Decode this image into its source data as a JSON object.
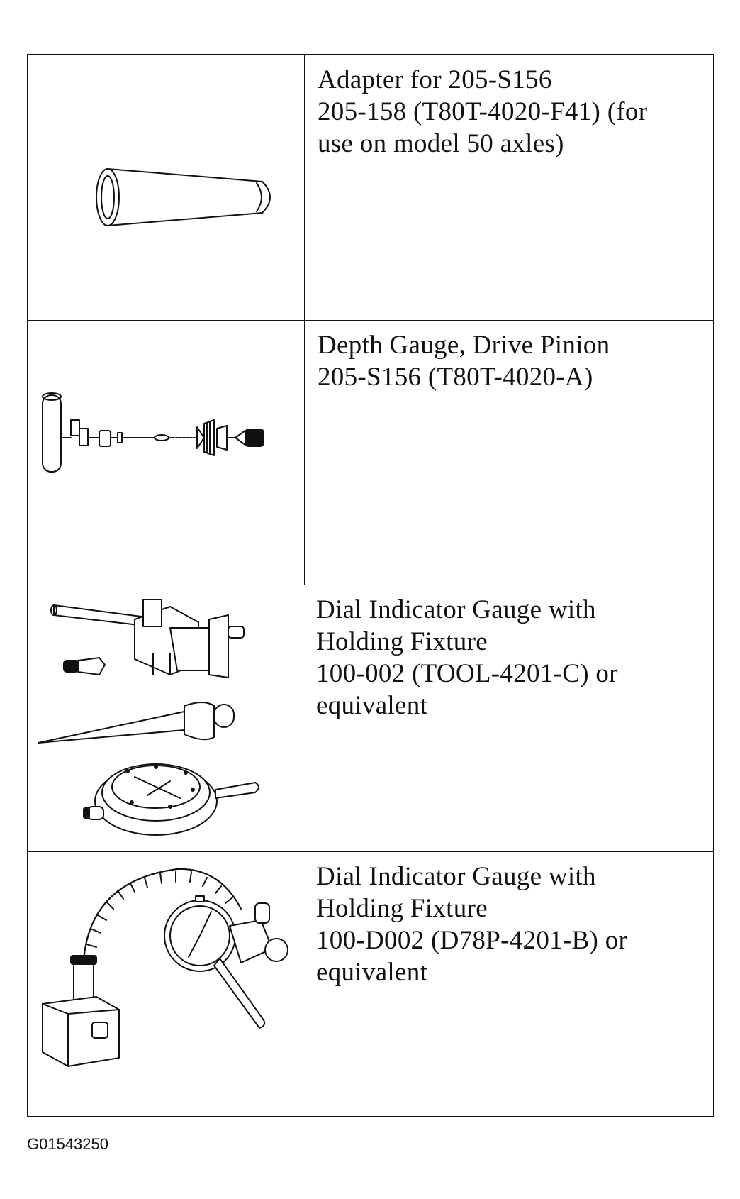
{
  "tools": [
    {
      "lines": [
        "Adapter for 205-S156",
        "205-158 (T80T-4020-F41) (for",
        "use on model 50 axles)"
      ],
      "illustration": "adapter-sleeve"
    },
    {
      "lines": [
        "Depth Gauge, Drive Pinion",
        "205-S156 (T80T-4020-A)"
      ],
      "illustration": "depth-gauge"
    },
    {
      "lines": [
        "Dial Indicator Gauge with",
        "Holding Fixture",
        "100-002 (TOOL-4201-C) or",
        "equivalent"
      ],
      "illustration": "dial-indicator-fixture-set"
    },
    {
      "lines": [
        "Dial Indicator Gauge with",
        "Holding Fixture",
        "100-D002 (D78P-4201-B) or",
        "equivalent"
      ],
      "illustration": "dial-indicator-magnetic-base"
    }
  ],
  "figure_id": "G01543250"
}
